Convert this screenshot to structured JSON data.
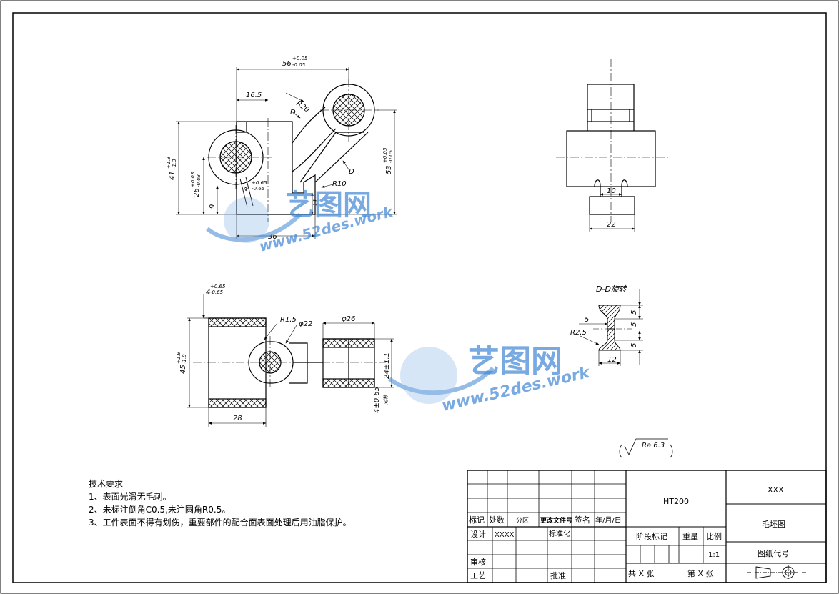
{
  "drawing": {
    "dims": {
      "d56": "56",
      "d56_tol_up": "+0.05",
      "d56_tol_dn": "-0.05",
      "d16_5": "16.5",
      "r20": "R20",
      "section_mark_d": "D",
      "d41": "41",
      "d41_tol_up": "+1.3",
      "d41_tol_dn": "-1.3",
      "d26": "26",
      "d26_tol_up": "+0.03",
      "d26_tol_dn": "-0.03",
      "d9": "9",
      "d53": "53",
      "d53_tol_up": "+0.05",
      "d53_tol_dn": "-0.05",
      "d4": "4",
      "d4_tol_up": "+0.65",
      "d4_tol_dn": "-0.65",
      "r10": "R10",
      "d14": "14",
      "d36": "36",
      "d10": "10",
      "d22": "22",
      "d4b_tol_up": "+0.65",
      "d4b_tol_dn": "-0.65",
      "d45": "45",
      "d45_tol_up": "+1.9",
      "d45_tol_dn": "-1.9",
      "r1_5": "R1.5",
      "phi22": "φ22",
      "phi26": "φ26",
      "d24": "24±1.1",
      "d4_065": "4±0.65",
      "dui_cheng": "对称",
      "d28": "28",
      "section_title": "D-D旋转",
      "d5a": "5",
      "d5b": "5",
      "d5c": "5",
      "d5d": "5",
      "r2_5": "R2.5",
      "d12": "12",
      "roughness": "Ra 6.3"
    },
    "watermark": {
      "brand": "艺图网",
      "url": "www.52des.work"
    }
  },
  "tech_requirements": {
    "title": "技术要求",
    "items": [
      "1、表面光滑无毛刺。",
      "2、未标注倒角C0.5,未注圆角R0.5。",
      "3、工件表面不得有划伤，重要部件的配合面表面处理后用油脂保护。"
    ]
  },
  "title_block": {
    "material": "HT200",
    "company": "XXX",
    "drawing_name": "毛坯图",
    "drawing_code_label": "图纸代号",
    "stage_label": "阶段标记",
    "weight_label": "重量",
    "scale_label": "比例",
    "scale_value": "1:1",
    "total_sheets": "共 X 张",
    "sheet_no": "第 X 张",
    "mark_label": "标记",
    "count_label": "处数",
    "zone_label": "分区",
    "change_doc_label": "更改文件号",
    "sign_label": "签名",
    "date_label": "年/月/日",
    "design_label": "设计",
    "design_value": "XXXX",
    "standard_label": "标准化",
    "review_label": "审核",
    "process_label": "工艺",
    "approve_label": "批准"
  }
}
